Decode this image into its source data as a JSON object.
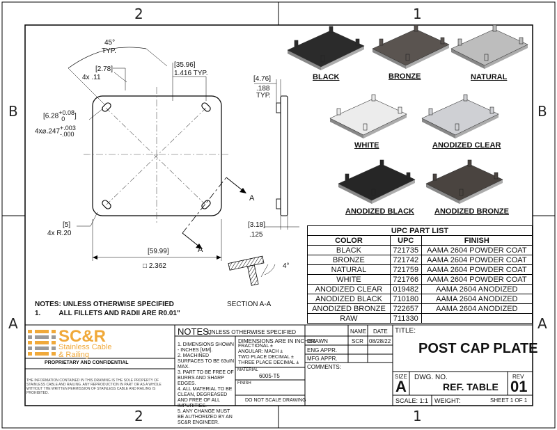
{
  "zones": {
    "top": [
      "2",
      "1"
    ],
    "side": [
      "B",
      "A"
    ],
    "bottom": [
      "2",
      "1"
    ]
  },
  "drawing": {
    "angle_dim": "45°",
    "angle_typ": "TYP.",
    "slot_offset_bracket": "[2.78]",
    "slot_offset": "4x   .11",
    "spacing_bracket": "[35.96]",
    "spacing": "1.416  TYP.",
    "hole_bracket": "6.28",
    "hole_tol_bracket_plus": "+0.08",
    "hole_tol_bracket_minus": "0",
    "hole_dia": "4x⌀.247",
    "hole_tol_plus": "+.003",
    "hole_tol_minus": "-.000",
    "radius_bracket": "[5]",
    "radius": "4x R.20",
    "width_bracket": "[59.99]",
    "width": "□ 2.362",
    "tab_bracket": "[4.76]",
    "tab": ".188",
    "tab_typ": "TYP.",
    "thick_bracket": "[3.18]",
    "thick": ".125",
    "section_mark": "A",
    "section_angle": "4°",
    "section_title": "SECTION A-A"
  },
  "notes": {
    "line1": "NOTES: UNLESS OTHERWISE SPECIFIED",
    "line2_num": "1.",
    "line2": "ALL FILLETS AND RADII ARE R0.01\""
  },
  "swatches": [
    {
      "label": "BLACK",
      "color": "#2b2b2b"
    },
    {
      "label": "BRONZE",
      "color": "#5a5450"
    },
    {
      "label": "NATURAL",
      "color": "#bdbdbd"
    },
    {
      "label": "WHITE",
      "color": "#ececec"
    },
    {
      "label": "ANODIZED CLEAR",
      "color": "#cfd0d4"
    },
    {
      "label": "ANODIZED BLACK",
      "color": "#262626"
    },
    {
      "label": "ANODIZED BRONZE",
      "color": "#4a4440"
    }
  ],
  "upc_table": {
    "title": "UPC PART LIST",
    "headers": [
      "COLOR",
      "UPC",
      "FINISH"
    ],
    "rows": [
      [
        "BLACK",
        "721735",
        "AAMA 2604 POWDER COAT"
      ],
      [
        "BRONZE",
        "721742",
        "AAMA 2604 POWDER COAT"
      ],
      [
        "NATURAL",
        "721759",
        "AAMA 2604 POWDER COAT"
      ],
      [
        "WHITE",
        "721766",
        "AAMA 2604 POWDER COAT"
      ],
      [
        "ANODIZED CLEAR",
        "019482",
        "AAMA 2604 ANODIZED"
      ],
      [
        "ANODIZED BLACK",
        "710180",
        "AAMA 2604 ANODIZED"
      ],
      [
        "ANODIZED BRONZE",
        "722657",
        "AAMA 2604 ANODIZED"
      ],
      [
        "RAW",
        "711330",
        ""
      ]
    ]
  },
  "title_block": {
    "logo_sc": "SC&R",
    "logo_l1": "Stainless Cable",
    "logo_l2": "& Railing",
    "proprietary": "PROPRIETARY AND CONFIDENTIAL",
    "legal": "THE INFORMATION CONTAINED IN THIS DRAWING IS THE SOLE PROPERTY OF STAINLESS CABLE AND RAILING. ANY REPRODUCTION IN PART OR AS A WHOLE WITHOUT THE WRITTEN PERMISSION OF STAINLESS CABLE AND RAILING IS PROHIBITED.",
    "notes_title": "NOTES:",
    "notes_sub": "UNLESS OTHERWISE SPECIFIED",
    "notes_items": [
      "1. DIMENSIONS SHOWN - INCHES [MM].",
      "2. MACHINED SURFACES TO BE 63uIN MAX.",
      "3. PART TO BE FREE OF BURRS AND SHARP EDGES.",
      "4. ALL MATERIAL TO BE CLEAN, DEGREASED AND FREE OF ALL IMPURITIES.",
      "5. ANY CHANGE MUST BE AUTHORIZED BY AN SC&R ENGINEER."
    ],
    "dims_title": "DIMENSIONS ARE IN INCHES",
    "dims_rows": [
      "FRACTIONAL   ±",
      "ANGULAR: MACH   ±",
      "TWO PLACE DECIMAL   ±",
      "THREE PLACE DECIMAL   ±"
    ],
    "material_label": "MATERIAL",
    "material": "6005-T5",
    "finish_label": "FINISH",
    "do_not_scale": "DO NOT SCALE DRAWING",
    "name_hdr": "NAME",
    "date_hdr": "DATE",
    "drawn": "DRAWN",
    "drawn_name": "SCR",
    "drawn_date": "08/28/22",
    "eng": "ENG APPR.",
    "mfg": "MFG APPR.",
    "comments": "COMMENTS:",
    "title_label": "TITLE:",
    "title": "POST CAP PLATE",
    "size_label": "SIZE",
    "size": "A",
    "dwg_label": "DWG.  NO.",
    "dwg": "REF. TABLE",
    "rev_label": "REV",
    "rev": "01",
    "scale": "SCALE: 1:1",
    "weight": "WEIGHT:",
    "sheet": "SHEET 1 OF 1"
  },
  "colors": {
    "logo_orange": "#f0a93a",
    "logo_gray": "#9a9a9a"
  }
}
